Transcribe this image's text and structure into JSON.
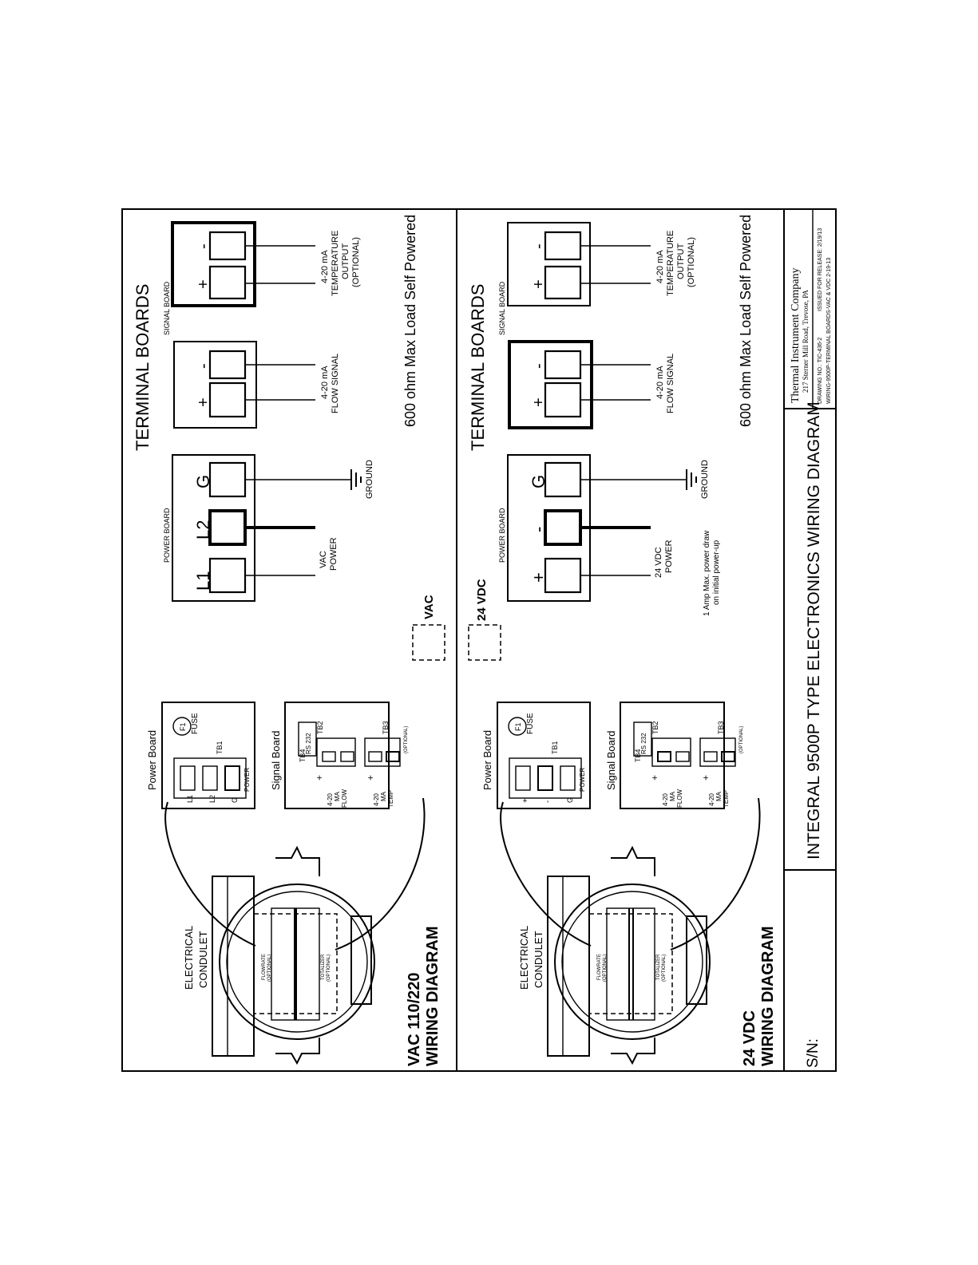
{
  "panels": [
    {
      "title": "TERMINAL BOARDS",
      "power_board_tag": "POWER BOARD",
      "signal_board_tag": "SIGNAL BOARD",
      "power_terms": [
        "L1",
        "L2",
        "G"
      ],
      "power_label": [
        "VAC",
        "POWER"
      ],
      "ground_label": "GROUND",
      "flow_label": [
        "4-20 mA",
        "FLOW SIGNAL"
      ],
      "temp_label": [
        "4-20 mA",
        "TEMPERATURE",
        "OUTPUT",
        "(OPTIONAL)"
      ],
      "plus": "+",
      "minus": "-",
      "load_note": "600 ohm Max Load Self Powered",
      "power_note": [],
      "select_label": "VAC",
      "wiring_title": [
        "VAC 110/220",
        "WIRING DIAGRAM"
      ],
      "conduit_label": [
        "ELECTRICAL",
        "CONDULET"
      ],
      "mini_power_title": "Power Board",
      "mini_signal_title": "Signal Board",
      "fuse_label": "F1",
      "fuse_text": "FUSE",
      "tb1": "TB1",
      "mini_power_terms": [
        "L1",
        "L2",
        "G"
      ],
      "mini_power_text": "POWER",
      "tb4": "TB4",
      "rs232": "RS 232",
      "tb2": "TB2",
      "tb3": "TB3",
      "mini_flow_label": [
        "4-20",
        "MA",
        "FLOW"
      ],
      "mini_temp_label": [
        "4-20",
        "MA",
        "TEMP"
      ],
      "optional": "(OPTIONAL)",
      "flowrate": [
        "FLOWRATE",
        "(OPTIONAL)"
      ],
      "totalizer": [
        "TOTALIZER",
        "(OPTIONAL)"
      ]
    },
    {
      "title": "TERMINAL BOARDS",
      "power_board_tag": "POWER BOARD",
      "signal_board_tag": "SIGNAL BOARD",
      "power_terms": [
        "+",
        "-",
        "G"
      ],
      "power_label": [
        "24 VDC",
        "POWER"
      ],
      "ground_label": "GROUND",
      "flow_label": [
        "4-20 mA",
        "FLOW SIGNAL"
      ],
      "temp_label": [
        "4-20 mA",
        "TEMPERATURE",
        "OUTPUT",
        "(OPTIONAL)"
      ],
      "plus": "+",
      "minus": "-",
      "load_note": "600 ohm Max Load Self Powered",
      "power_note": [
        "1 Amp Max. power draw",
        "on initial power-up"
      ],
      "select_label": "24 VDC",
      "wiring_title": [
        "24 VDC",
        "WIRING DIAGRAM"
      ],
      "conduit_label": [
        "ELECTRICAL",
        "CONDULET"
      ],
      "mini_power_title": "Power Board",
      "mini_signal_title": "Signal Board",
      "fuse_label": "F1",
      "fuse_text": "FUSE",
      "tb1": "TB1",
      "mini_power_terms": [
        "+",
        "-",
        "G"
      ],
      "mini_power_text": "POWER",
      "tb4": "TB4",
      "rs232": "RS 232",
      "tb2": "TB2",
      "tb3": "TB3",
      "mini_flow_label": [
        "4-20",
        "MA",
        "FLOW"
      ],
      "mini_temp_label": [
        "4-20",
        "MA",
        "TEMP"
      ],
      "optional": "(OPTIONAL)",
      "flowrate": [
        "FLOWRATE",
        "(OPTIONAL)"
      ],
      "totalizer": [
        "TOTALIZER",
        "(OPTIONAL)"
      ]
    }
  ],
  "title_block": {
    "sn_label": "S/N:",
    "drawing_title": "INTEGRAL 9500P TYPE ELECTRONICS WIRING DIAGRAM",
    "company": "Thermal Instrument Company",
    "address": "217 Sterner Mill Road,  Trevose,  PA",
    "drawing_no": "DRAWING NO.: TIC-436-2",
    "release": "ISSUED FOR RELEASE: 2/19/13",
    "file_name": "WIRING-9500P-TERMINAL BOARDS-VAC & VDC 2-19-13"
  }
}
